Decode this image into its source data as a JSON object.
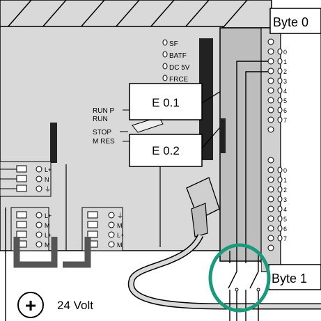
{
  "led_labels": [
    "SF",
    "BATF",
    "DC 5V",
    "FRCE"
  ],
  "mode_labels": [
    "RUN P",
    "RUN",
    "STOP",
    "M RES"
  ],
  "callouts": {
    "input_1": "E 0.1",
    "input_2": "E 0.2"
  },
  "byte_labels": {
    "top": "Byte 0",
    "bottom": "Byte 1"
  },
  "bit_numbers": [
    "0",
    "1",
    "2",
    "3",
    "4",
    "5",
    "6",
    "7"
  ],
  "psu_terminal_labels": [
    "L+",
    "N",
    "⏚"
  ],
  "supply_terminal_labels": [
    "L+",
    "M",
    "L+",
    "M"
  ],
  "cpu_terminal_labels": [
    "⏚",
    "M",
    "L+",
    "M"
  ],
  "power": {
    "symbol": "+",
    "label": "24 Volt"
  },
  "colors": {
    "switch_circle": "#1a9a7c",
    "module_face": "#d9d9d9",
    "module_dark": "#9a9a9a",
    "ink": "#000000"
  }
}
